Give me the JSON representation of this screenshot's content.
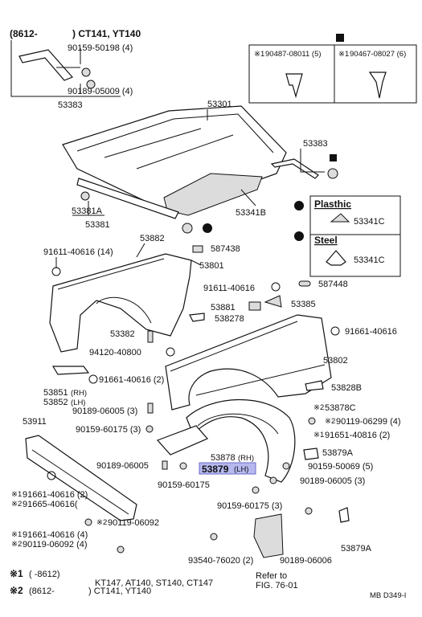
{
  "applicability_header": {
    "range": "(8612-",
    "models": ") CT141, YT140"
  },
  "top_callouts": {
    "c1": "90159-50198 (4)",
    "c2": "90189-05009 (4)",
    "c3": "53383"
  },
  "clip_box": {
    "left_label": "90487-08011 (5)",
    "right_label": "90467-08027 (6)",
    "mark1": "※1",
    "mark2": "※1"
  },
  "hood": {
    "num": "53301"
  },
  "hood_right": {
    "num": "53383"
  },
  "insulator": {
    "num": "53341B"
  },
  "seal": {
    "num1": "53381A",
    "num2": "53381"
  },
  "material_box": {
    "plastic_heading": "Plasthic",
    "plastic_part": "53341C",
    "steel_heading": "Steel",
    "steel_part": "53341C"
  },
  "fender_left": {
    "seal_top": "53882",
    "bolt": "91611-40616 (14)",
    "bracket": "587438",
    "fender": "53801",
    "bolt2": "91611-40616",
    "clip": "587448",
    "bracket2": "53881",
    "cover": "53385",
    "stopper": "538278",
    "screw": "53382",
    "nut": "94120-40800",
    "bolt3": "91661-40616 (2)",
    "hinge_a": "53851",
    "hinge_a_suffix": "(RH)",
    "hinge_b": "53852",
    "hinge_b_suffix": "(LH)"
  },
  "fender_right": {
    "bolt": "91661-40616",
    "fender": "53802",
    "plate": "53828B",
    "clip_c": "53878C",
    "clip_c_mark": "※2",
    "bolt_a": "90119-06299 (4)",
    "bolt_a_mark": "※2",
    "bolt_b": "91651-40816 (2)",
    "bolt_b_mark": "※1"
  },
  "liner": {
    "part_a": "53878",
    "part_a_suffix": "(RH)",
    "part_b": "53879",
    "part_b_suffix": "(LH)",
    "screw": "90189-06005 (3)",
    "clip": "90159-60175 (3)",
    "screw2": "90189-06005",
    "clip2": "90159-60175",
    "right_a": "53879A",
    "right_clip": "90159-50069 (5)",
    "right_screw": "90189-06005 (3)",
    "right_clip2": "90159-60175 (3)"
  },
  "lower": {
    "panel": "53911",
    "bolt_a_mark": "※1",
    "bolt_a": "91661-40616 (2)",
    "bolt_b_mark": "※2",
    "bolt_b": "91665-40616(",
    "bolt_c_mark": "※2",
    "bolt_c": "90119-06092",
    "bolt_d_mark": "※1",
    "bolt_d": "91661-40616 (4)",
    "bolt_e_mark": "※2",
    "bolt_e": "90119-06092 (4)",
    "mudguard_screw": "93540-76020 (2)",
    "mudguard_screw2": "90189-06006",
    "mudguard": "53879A",
    "refer_line1": "Refer to",
    "refer_line2": "FIG. 76-01"
  },
  "footnotes": [
    {
      "mark": "※1",
      "range": "(      -8612)",
      "models": "KT147, AT140, ST140, CT147"
    },
    {
      "mark": "※2",
      "range": "(8612-",
      "models": ") CT141, YT140"
    }
  ],
  "figure_code": "MB D349-I",
  "colors": {
    "highlight": "#b6b8ef",
    "line": "#111111"
  }
}
